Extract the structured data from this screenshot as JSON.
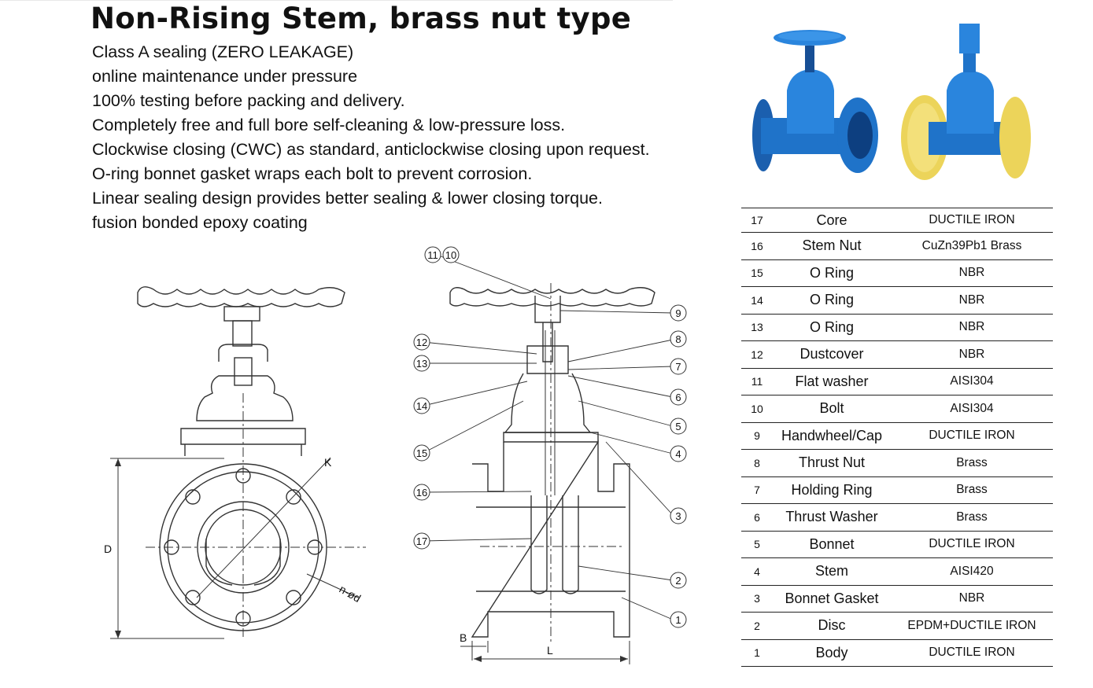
{
  "title": "Non-Rising Stem, brass nut type",
  "features": [
    "Class A sealing (ZERO LEAKAGE)",
    "online maintenance under pressure",
    "100% testing before packing and delivery.",
    "Completely free and full bore self-cleaning & low-pressure loss.",
    "Clockwise closing (CWC) as standard, anticlockwise closing upon request.",
    "O-ring bonnet gasket wraps each bolt to prevent corrosion.",
    "Linear sealing design provides better sealing & lower closing torque.",
    "fusion bonded epoxy coating"
  ],
  "drawing": {
    "dim_D": "D",
    "dim_K": "K",
    "dim_nd": "n-ød",
    "dim_B": "B",
    "dim_L": "L",
    "callouts": [
      "11",
      "10",
      "9",
      "8",
      "7",
      "6",
      "5",
      "4",
      "3",
      "2",
      "1",
      "12",
      "13",
      "14",
      "15",
      "16",
      "17"
    ]
  },
  "photos": {
    "valve_color": "#1f73c9",
    "cap_color": "#f0d860"
  },
  "parts": [
    {
      "no": "17",
      "name": "Core",
      "material": "DUCTILE IRON"
    },
    {
      "no": "16",
      "name": "Stem Nut",
      "material": "CuZn39Pb1 Brass"
    },
    {
      "no": "15",
      "name": "O Ring",
      "material": "NBR"
    },
    {
      "no": "14",
      "name": "O Ring",
      "material": "NBR"
    },
    {
      "no": "13",
      "name": "O Ring",
      "material": "NBR"
    },
    {
      "no": "12",
      "name": "Dustcover",
      "material": "NBR"
    },
    {
      "no": "11",
      "name": "Flat washer",
      "material": "AISI304"
    },
    {
      "no": "10",
      "name": "Bolt",
      "material": "AISI304"
    },
    {
      "no": "9",
      "name": "Handwheel/Cap",
      "material": "DUCTILE IRON"
    },
    {
      "no": "8",
      "name": "Thrust Nut",
      "material": "Brass"
    },
    {
      "no": "7",
      "name": "Holding Ring",
      "material": "Brass"
    },
    {
      "no": "6",
      "name": "Thrust Washer",
      "material": "Brass"
    },
    {
      "no": "5",
      "name": "Bonnet",
      "material": "DUCTILE IRON"
    },
    {
      "no": "4",
      "name": "Stem",
      "material": "AISI420"
    },
    {
      "no": "3",
      "name": "Bonnet Gasket",
      "material": "NBR"
    },
    {
      "no": "2",
      "name": "Disc",
      "material": "EPDM+DUCTILE IRON"
    },
    {
      "no": "1",
      "name": "Body",
      "material": "DUCTILE IRON"
    }
  ]
}
